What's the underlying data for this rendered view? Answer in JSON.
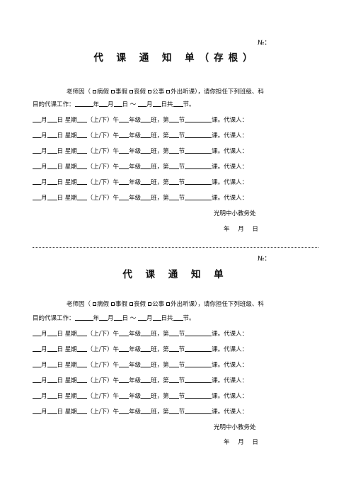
{
  "number_label": "№：",
  "title_stub": "代 课 通 知 单（存根）",
  "title_main": "代 课 通 知 单",
  "intro_prefix": "老师因（",
  "reasons": [
    "病假",
    "事假",
    "丧假",
    "公事",
    "外出听课"
  ],
  "intro_suffix": "），请你担任下列班级、科",
  "work_prefix": "目的代课工作：",
  "year": "年",
  "month": "月",
  "day": "日",
  "tilde": "～",
  "total": "日共",
  "section": "节。",
  "line": {
    "month": "月",
    "day": "日",
    "weekday": "星期",
    "ampm": "（上/下）午",
    "grade": "年级",
    "class": "班，第",
    "period": "节",
    "course": "课。代课人："
  },
  "school": "光明中小教务处",
  "date_line": "年  月  日"
}
